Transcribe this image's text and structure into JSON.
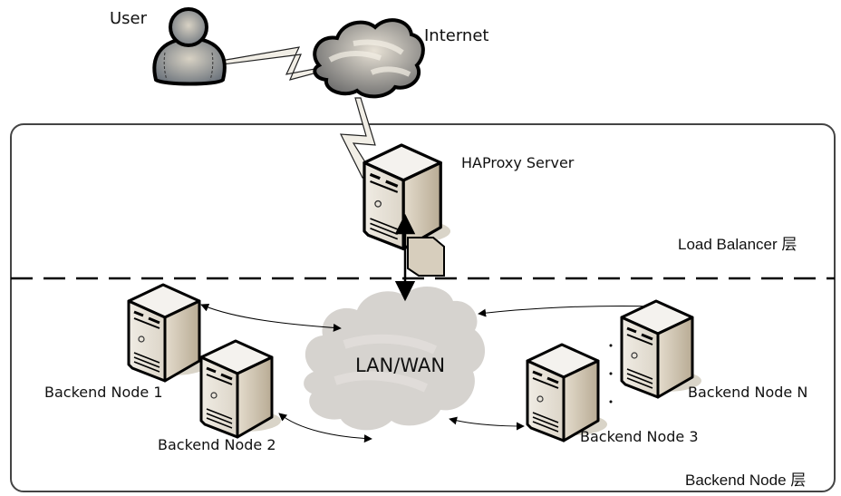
{
  "diagram": {
    "title": "HAProxy load balancing architecture",
    "nodes": {
      "user": "User",
      "internet": "Internet",
      "haproxy": "HAProxy Server",
      "network": "LAN/WAN",
      "backend1": "Backend Node 1",
      "backend2": "Backend Node 2",
      "backend3": "Backend Node 3",
      "backendN": "Backend Node N",
      "ellipsis": "⋮"
    },
    "layers": {
      "load_balancer": "Load Balancer 层",
      "backend": "Backend Node 层"
    },
    "edges": [
      {
        "from": "user",
        "to": "internet",
        "style": "lightning"
      },
      {
        "from": "internet",
        "to": "haproxy",
        "style": "lightning"
      },
      {
        "from": "haproxy",
        "to": "network",
        "style": "bidirectional-arrow"
      },
      {
        "from": "network",
        "to": "backend1",
        "style": "bidirectional-arrow"
      },
      {
        "from": "network",
        "to": "backend2",
        "style": "bidirectional-arrow"
      },
      {
        "from": "network",
        "to": "backend3",
        "style": "bidirectional-arrow"
      },
      {
        "from": "network",
        "to": "backendN",
        "style": "bidirectional-arrow"
      }
    ],
    "colors": {
      "server_face": "#e9e4da",
      "server_side": "#c8bca8",
      "cloud_internet": "#8a8a8a",
      "cloud_lan": "#d6d3cf",
      "user_fill": "#7d848c",
      "outline": "#000000"
    }
  }
}
